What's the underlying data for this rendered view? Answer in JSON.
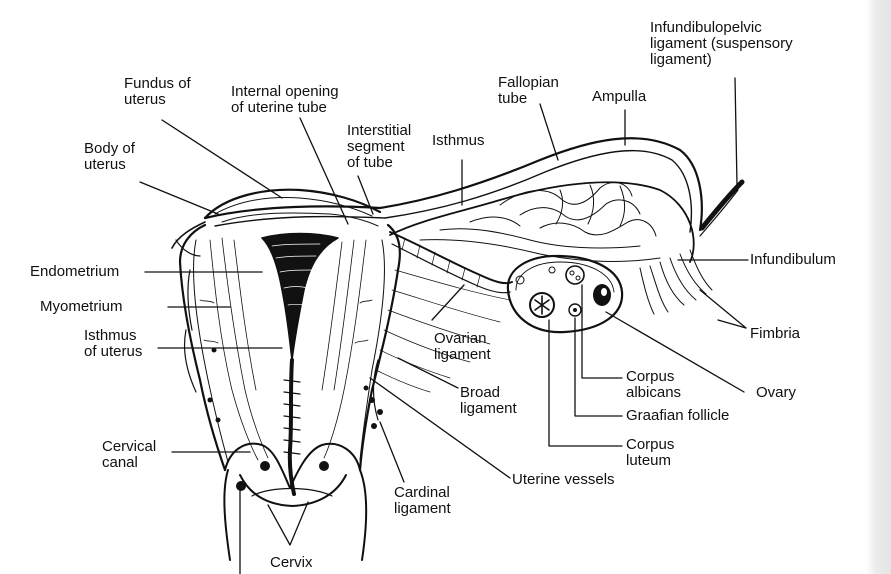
{
  "labels": {
    "infundibulopelvic_ligament": "Infundibulopelvic\nligament (suspensory\nligament)",
    "fundus_of_uterus": "Fundus of\nuterus",
    "internal_opening_of_uterine_tube": "Internal opening\nof uterine tube",
    "fallopian_tube": "Fallopian\ntube",
    "ampulla": "Ampulla",
    "interstitial_segment": "Interstitial\nsegment\nof tube",
    "isthmus": "Isthmus",
    "body_of_uterus": "Body of\nuterus",
    "endometrium": "Endometrium",
    "infundibulum": "Infundibulum",
    "myometrium": "Myometrium",
    "fimbria": "Fimbria",
    "isthmus_of_uterus": "Isthmus\nof uterus",
    "ovarian_ligament": "Ovarian\nligament",
    "corpus_albicans": "Corpus\nalbicans",
    "ovary": "Ovary",
    "broad_ligament": "Broad\nligament",
    "graafian_follicle": "Graafian follicle",
    "cervical_canal": "Cervical\ncanal",
    "corpus_luteum": "Corpus\nluteum",
    "uterine_vessels": "Uterine vessels",
    "cardinal_ligament": "Cardinal\nligament",
    "cervix": "Cervix"
  }
}
